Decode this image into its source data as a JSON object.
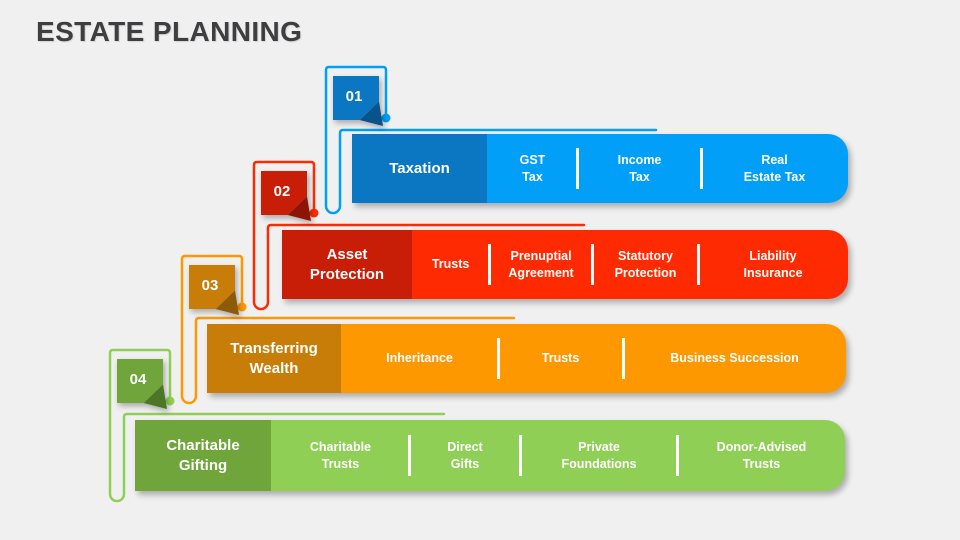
{
  "title": "ESTATE PLANNING",
  "background": "#f0f0f1",
  "title_color": "#3e3e41",
  "rows": [
    {
      "number": "01",
      "label": "Taxation",
      "items": [
        "GST\nTax",
        "Income\nTax",
        "Real\nEstate Tax"
      ],
      "colors": {
        "dark": "#0b76c2",
        "body": "#019ff7",
        "fold": "#07548c"
      }
    },
    {
      "number": "02",
      "label": "Asset\nProtection",
      "items": [
        "Trusts",
        "Prenuptial\nAgreement",
        "Statutory\nProtection",
        "Liability\nInsurance"
      ],
      "colors": {
        "dark": "#c81e08",
        "body": "#fe2b02",
        "fold": "#8d1504"
      }
    },
    {
      "number": "03",
      "label": "Transferring\nWealth",
      "items": [
        "Inheritance",
        "Trusts",
        "Business Succession"
      ],
      "colors": {
        "dark": "#c87d08",
        "body": "#fe9800",
        "fold": "#8d5a06"
      }
    },
    {
      "number": "04",
      "label": "Charitable\nGifting",
      "items": [
        "Charitable\nTrusts",
        "Direct\nGifts",
        "Private\nFoundations",
        "Donor-Advised\nTrusts"
      ],
      "colors": {
        "dark": "#6fa53a",
        "body": "#90cf55",
        "fold": "#4d7527"
      }
    }
  ]
}
